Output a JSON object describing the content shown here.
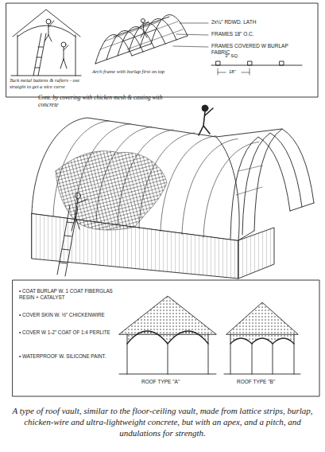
{
  "diagram": {
    "caption": "A type of roof vault, similar to the floor-ceiling vault, made from lattice strips, burlap, chicken-wire and ultra-lightweight concrete, but with an apex, and a pitch, and undulations for strength.",
    "labels": [
      "Tack metal battens & rafters - use straight to get a nice curve",
      "Arch frame with burlap first on top",
      "2x¼\" RDWD. LATH",
      "FRAMES 18\" O.C.",
      "FRAMES COVERED W BURLAP FABRIC",
      "3\" SQ.",
      "18\"",
      "Cont. by covering with chicken mesh & casting with concrete",
      "• COAT BURLAP W. 1 COAT FIBERGLAS RESIN + CATALYST",
      "• COVER SKIN W. ½\" CHICKENWIRE",
      "• COVER W 1-2\" COAT OF 1:4 PERLITE",
      "• WATERPROOF W. SILICONE PAINT.",
      "ROOF TYPE \"A\"",
      "ROOF TYPE \"B\""
    ]
  }
}
